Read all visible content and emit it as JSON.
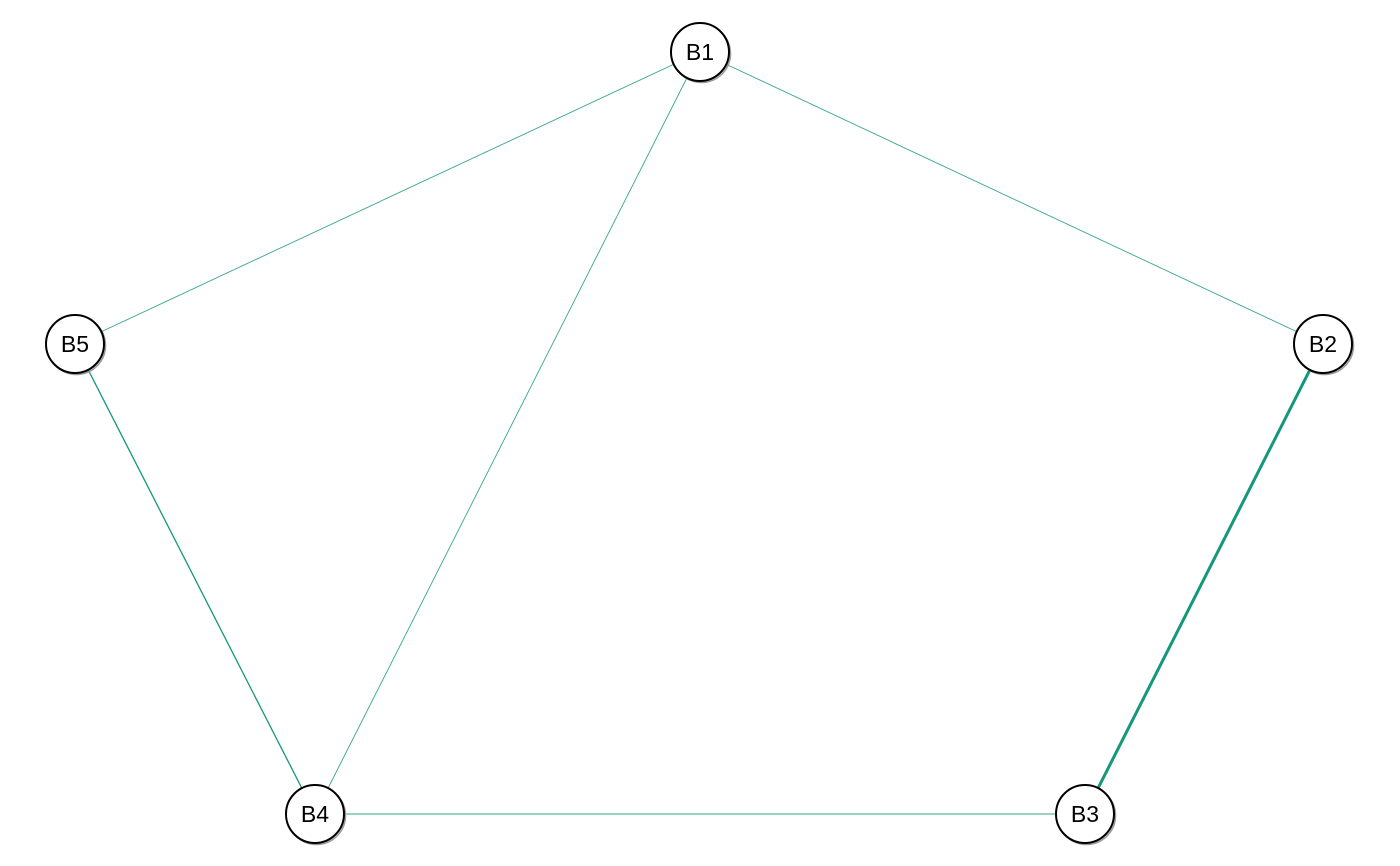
{
  "nodes": [
    {
      "id": "B1",
      "label": "B1"
    },
    {
      "id": "B2",
      "label": "B2"
    },
    {
      "id": "B3",
      "label": "B3"
    },
    {
      "id": "B4",
      "label": "B4"
    },
    {
      "id": "B5",
      "label": "B5"
    }
  ],
  "edges": [
    {
      "source": "B1",
      "target": "B2",
      "style": "thin"
    },
    {
      "source": "B1",
      "target": "B5",
      "style": "thin"
    },
    {
      "source": "B1",
      "target": "B4",
      "style": "thin"
    },
    {
      "source": "B5",
      "target": "B4",
      "style": "medium"
    },
    {
      "source": "B4",
      "target": "B3",
      "style": "thin"
    },
    {
      "source": "B2",
      "target": "B3",
      "style": "thick"
    }
  ],
  "colors": {
    "edge": "#14977a",
    "node_stroke": "#000000",
    "node_fill": "#ffffff",
    "background": "#ffffff"
  }
}
